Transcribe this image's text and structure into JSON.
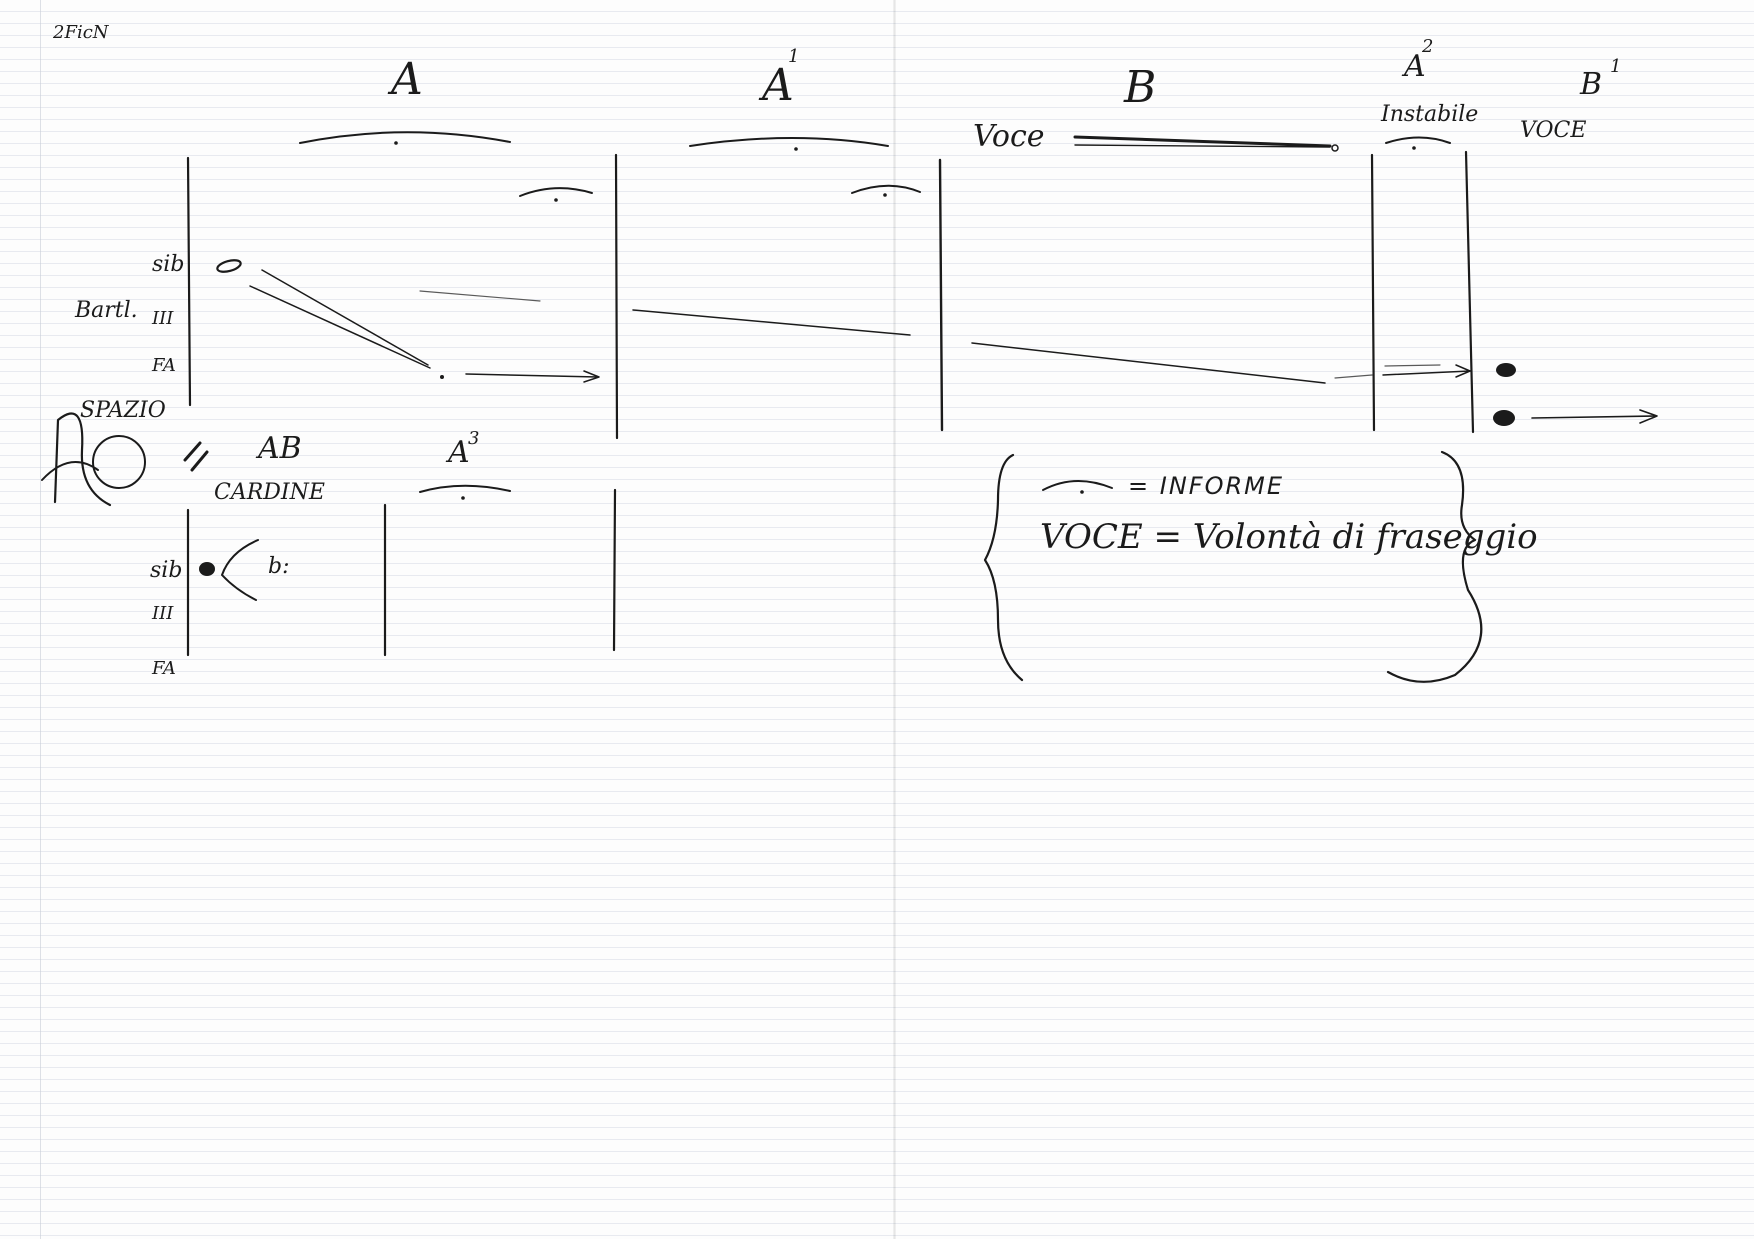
{
  "page": {
    "corner_mark": "2FicN"
  },
  "sections": {
    "A": "A",
    "A1": "A",
    "A1_sup": "1",
    "B": "B",
    "A2": "A",
    "A2_sup": "2",
    "B1": "B",
    "B1_sup": "1",
    "A3": "A",
    "A3_sup": "3",
    "AB": "AB"
  },
  "annotations": {
    "voce_1": "Voce",
    "instabile": "Instabile",
    "voce_2": "VOCE",
    "spazio": "SPAZIO",
    "cardine": "CARDINE",
    "b_mark": "b:"
  },
  "staff_upper": {
    "instrument": "Bartl.",
    "instrument_num": "III",
    "pitch_top": "sib",
    "pitch_bottom": "FA"
  },
  "staff_lower": {
    "pitch_top": "sib",
    "pitch_mid": "III",
    "pitch_bottom": "FA"
  },
  "legend": {
    "informe": "= INFORME",
    "voce_def": "VOCE = Volontà di fraseggio"
  }
}
